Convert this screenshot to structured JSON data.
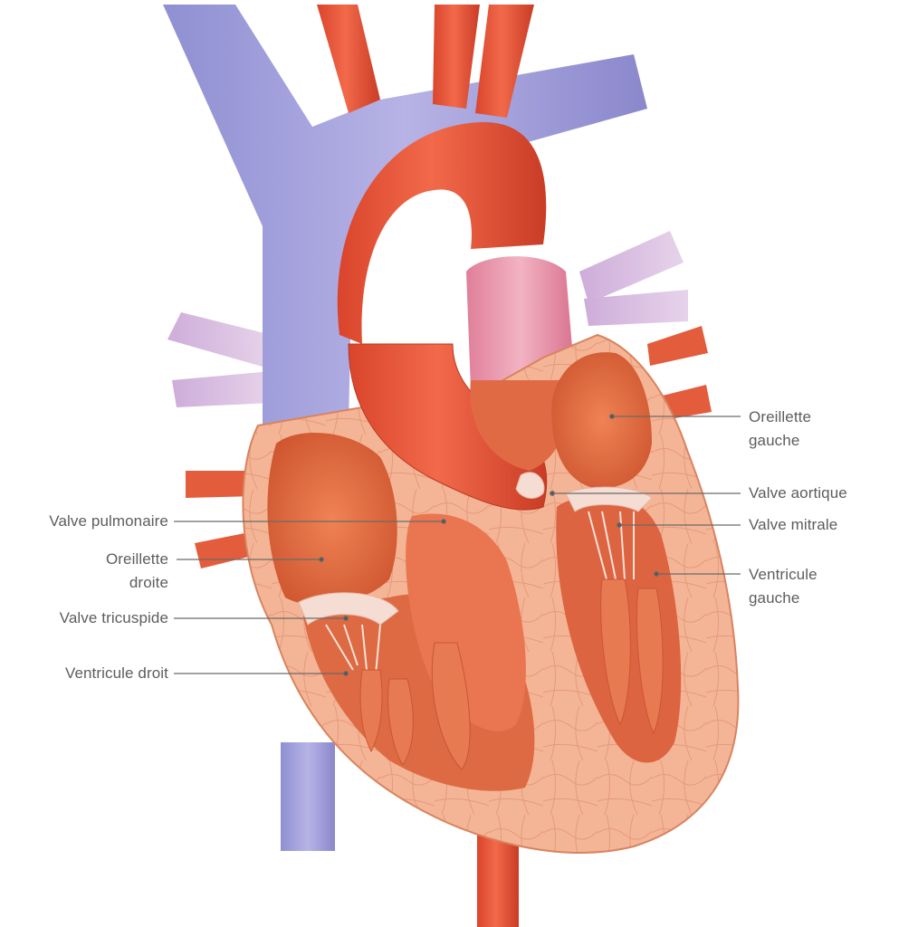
{
  "labels": {
    "oreillette_gauche": "Oreillette\ngauche",
    "valve_aortique": "Valve aortique",
    "valve_mitrale": "Valve mitrale",
    "ventricule_gauche": "Ventricule\ngauche",
    "valve_pulmonaire": "Valve pulmonaire",
    "oreillette_droite": "Oreillette\ndroite",
    "valve_tricuspide": "Valve tricuspide",
    "ventricule_droit": "Ventricule droit"
  },
  "colors": {
    "artery": "#e8563a",
    "artery_dark": "#c7402a",
    "vein": "#9b9bd6",
    "vein_light": "#c3bde6",
    "pulmonary": "#e89ab0",
    "myocardium": "#f3b392",
    "chamber": "#e0683f",
    "valve": "#f7e3dc",
    "leader_line": "#666666",
    "label_text": "#5d5d5d"
  }
}
